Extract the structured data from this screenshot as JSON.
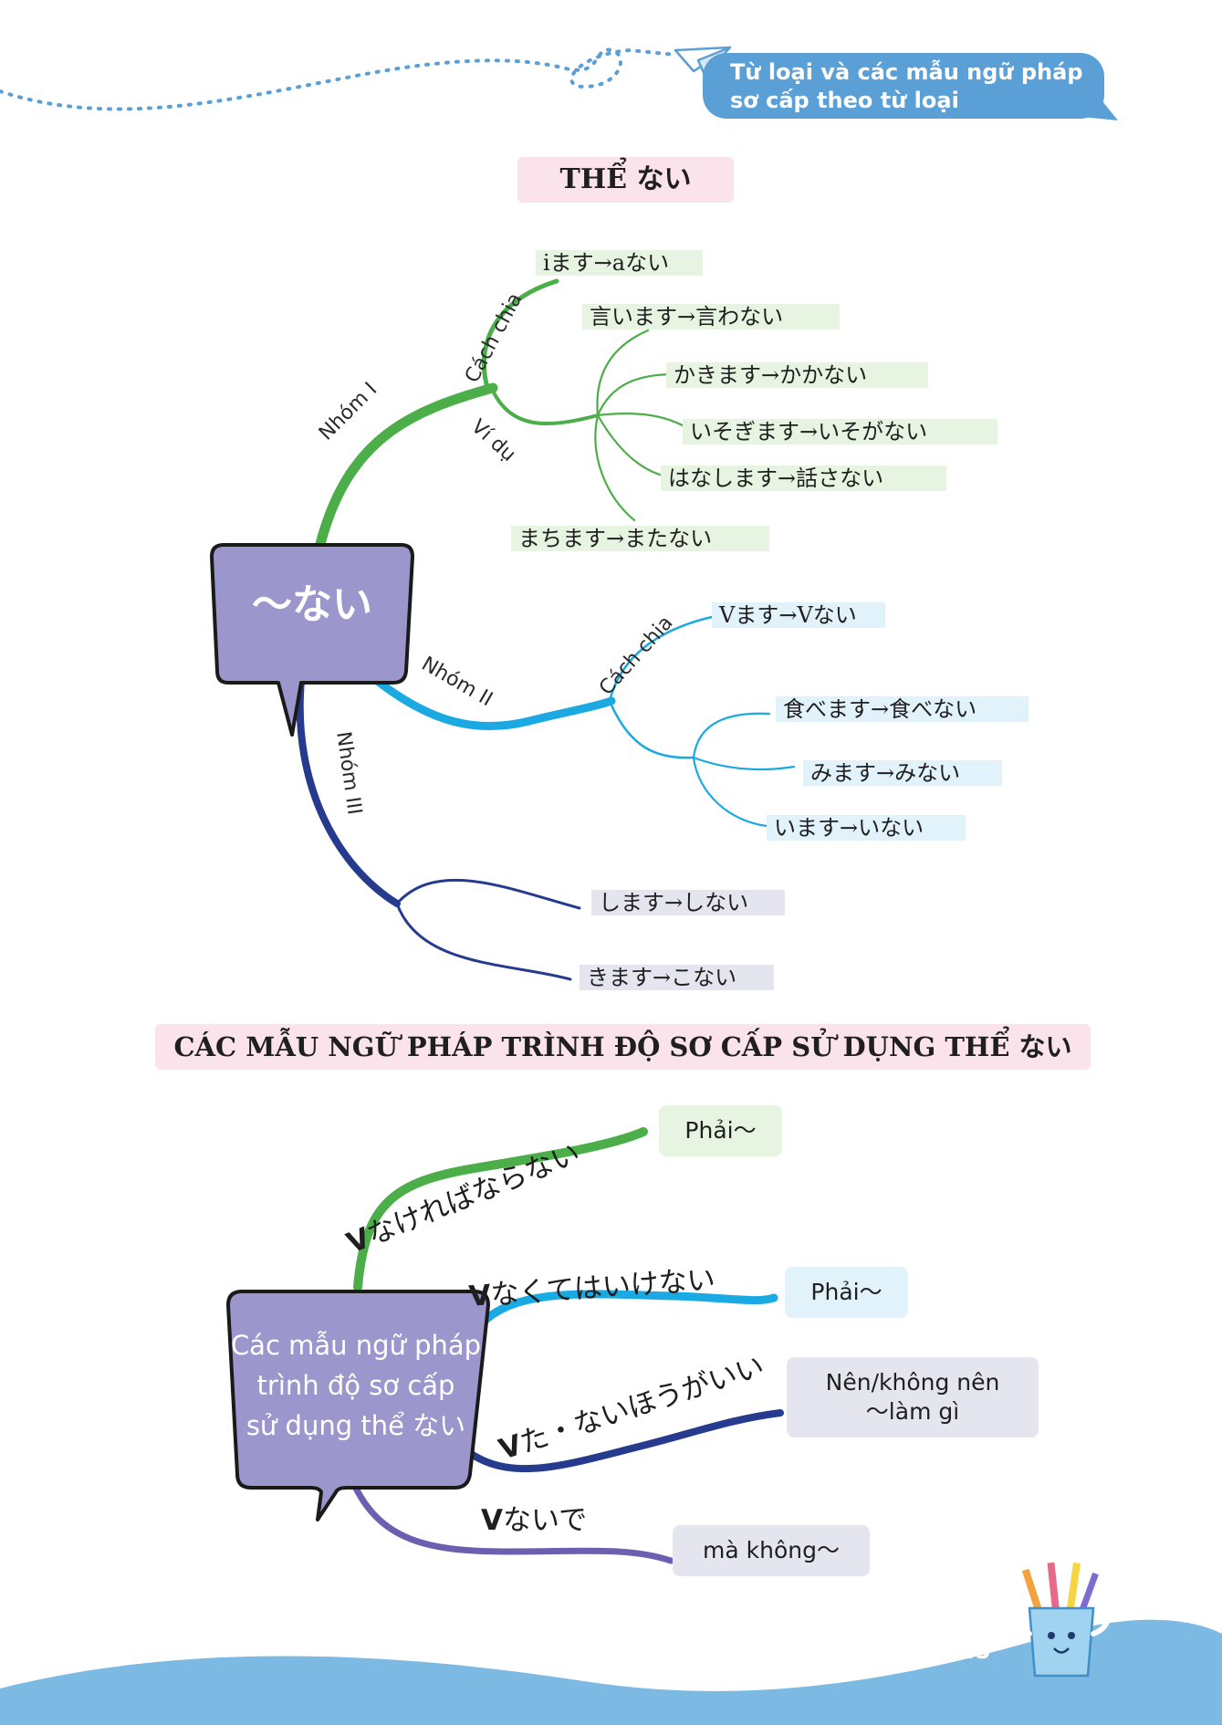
{
  "header": {
    "line1": "Từ loại và các mẫu ngữ pháp",
    "line2": "sơ cấp theo từ loại"
  },
  "section1": {
    "title": "THỂ  ない",
    "center": "〜ない",
    "group1": {
      "label": "Nhóm I",
      "rule_label": "Cách chia",
      "rule": "iます→aない",
      "example_label": "Ví dụ",
      "examples": [
        "言います→言わない",
        "かきます→かかない",
        "いそぎます→いそがない",
        "はなします→話さない",
        "まちます→またない"
      ]
    },
    "group2": {
      "label": "Nhóm II",
      "rule_label": "Cách chia",
      "rule": "Vます→Vない",
      "examples": [
        "食べます→食べない",
        "みます→みない",
        "います→いない"
      ]
    },
    "group3": {
      "label": "Nhóm III",
      "examples": [
        "します→しない",
        "きます→こない"
      ]
    }
  },
  "section2": {
    "title": "CÁC MẪU NGỮ PHÁP TRÌNH ĐỘ SƠ CẤP SỬ DỤNG THỂ   ない",
    "center_line1": "Các mẫu ngữ pháp",
    "center_line2": "trình độ sơ cấp",
    "center_line3_a": "sử dụng thể ",
    "center_line3_b": "ない",
    "patterns": [
      {
        "v": "V",
        "text": "なければならない",
        "meaning": "Phải〜"
      },
      {
        "v": "V",
        "text": "なくてはいけない",
        "meaning": "Phải〜"
      },
      {
        "v": "V",
        "text": "た・ないほうがいい",
        "meaning_line1": "Nên/không nên",
        "meaning_line2": "〜làm gì"
      },
      {
        "v": "V",
        "text": "ないで",
        "meaning": "mà không〜"
      }
    ]
  },
  "page_number": "45",
  "colors": {
    "green": "#4cae49",
    "light_blue": "#1aa9e2",
    "navy": "#263a8e",
    "violet": "#6b5fb0",
    "bubble": "#9b97cc",
    "banner": "#5a9fd6",
    "wave": "#7cb9e3"
  },
  "icons": [
    "paper-plane-icon",
    "pencil-cup-icon"
  ]
}
